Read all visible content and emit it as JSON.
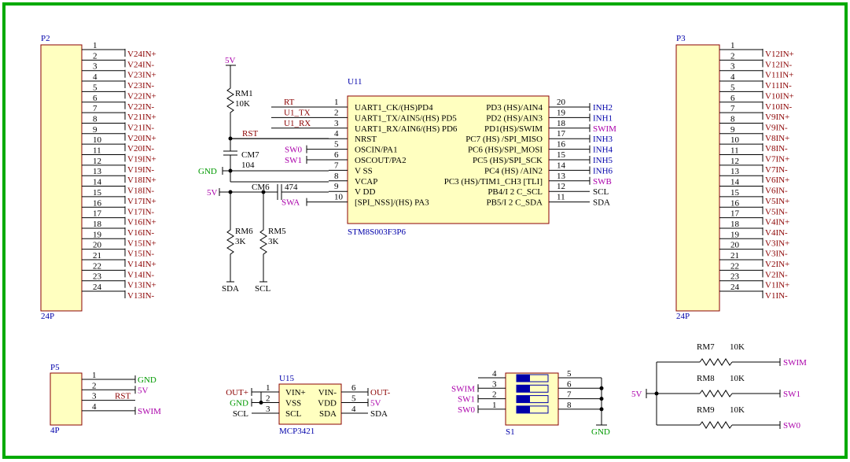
{
  "colors": {
    "border": "#00aa00",
    "body": "#ffffc0",
    "outline": "#8b0000",
    "net_red": "#8b0000",
    "net_blue": "#0000aa",
    "net_mag": "#aa00aa",
    "net_green": "#009900"
  },
  "p2": {
    "ref": "P2",
    "value": "24P",
    "pins": [
      "1",
      "2",
      "3",
      "4",
      "5",
      "6",
      "7",
      "8",
      "9",
      "10",
      "11",
      "12",
      "13",
      "14",
      "15",
      "16",
      "17",
      "18",
      "19",
      "20",
      "21",
      "22",
      "23",
      "24"
    ],
    "nets": [
      "V24IN+",
      "V24IN-",
      "V23IN+",
      "V23IN-",
      "V22IN+",
      "V22IN-",
      "V21IN+",
      "V21IN-",
      "V20IN+",
      "V20IN-",
      "V19IN+",
      "V19IN-",
      "V18IN+",
      "V18IN-",
      "V17IN+",
      "V17IN-",
      "V16IN+",
      "V16IN-",
      "V15IN+",
      "V15IN-",
      "V14IN+",
      "V14IN-",
      "V13IN+",
      "V13IN-"
    ]
  },
  "p3": {
    "ref": "P3",
    "value": "24P",
    "pins": [
      "1",
      "2",
      "3",
      "4",
      "5",
      "6",
      "7",
      "8",
      "9",
      "10",
      "11",
      "12",
      "13",
      "14",
      "15",
      "16",
      "17",
      "18",
      "19",
      "20",
      "21",
      "22",
      "23",
      "24"
    ],
    "nets": [
      "V12IN+",
      "V12IN-",
      "V11IN+",
      "V11IN-",
      "V10IN+",
      "V10IN-",
      "V9IN+",
      "V9IN-",
      "V8IN+",
      "V8IN-",
      "V7IN+",
      "V7IN-",
      "V6IN+",
      "V6IN-",
      "V5IN+",
      "V5IN-",
      "V4IN+",
      "V4IN-",
      "V3IN+",
      "V3IN-",
      "V2IN+",
      "V2IN-",
      "V1IN+",
      "V1IN-"
    ]
  },
  "u11": {
    "ref": "U11",
    "value": "STM8S003F3P6",
    "left": [
      {
        "num": "1",
        "name": "UART1_CK/(HS)PD4",
        "net": "RT"
      },
      {
        "num": "2",
        "name": "UART1_TX/AIN5/(HS) PD5",
        "net": "U1_TX"
      },
      {
        "num": "3",
        "name": "UART1_RX/AIN6/(HS) PD6",
        "net": "U1_RX"
      },
      {
        "num": "4",
        "name": "NRST",
        "net": "RST"
      },
      {
        "num": "5",
        "name": "OSCIN/PA1",
        "net": "SW0"
      },
      {
        "num": "6",
        "name": "OSCOUT/PA2",
        "net": "SW1"
      },
      {
        "num": "7",
        "name": "V SS",
        "net": ""
      },
      {
        "num": "8",
        "name": "VCAP",
        "net": ""
      },
      {
        "num": "9",
        "name": "V DD",
        "net": ""
      },
      {
        "num": "10",
        "name": "[SPI_NSS]/(HS) PA3",
        "net": "SWA"
      }
    ],
    "right": [
      {
        "num": "20",
        "name": "PD3 (HS)/AIN4",
        "net": "INH2"
      },
      {
        "num": "19",
        "name": "PD2 (HS)/AIN3",
        "net": "INH1"
      },
      {
        "num": "18",
        "name": "PD1(HS)/SWIM",
        "net": "SWIM"
      },
      {
        "num": "17",
        "name": "PC7 (HS) /SPI_MISO",
        "net": "INH3"
      },
      {
        "num": "16",
        "name": "PC6 (HS)/SPI_MOSI",
        "net": "INH4"
      },
      {
        "num": "15",
        "name": "PC5 (HS)/SPI_SCK",
        "net": "INH5"
      },
      {
        "num": "14",
        "name": "PC4 (HS) /AIN2",
        "net": "INH6"
      },
      {
        "num": "13",
        "name": "PC3 (HS)/TIM1_CH3 [TLI]",
        "net": "SWB"
      },
      {
        "num": "12",
        "name": "PB4/I 2 C_SCL",
        "net": "SCL"
      },
      {
        "num": "11",
        "name": "PB5/I 2 C_SDA",
        "net": "SDA"
      }
    ]
  },
  "passives": {
    "rm1_ref": "RM1",
    "rm1_val": "10K",
    "cm7_ref": "CM7",
    "cm7_val": "104",
    "cm6_ref": "CM6",
    "cm6_val": "474",
    "rm6_ref": "RM6",
    "rm6_val": "3K",
    "rm5_ref": "RM5",
    "rm5_val": "3K",
    "v5_top": "5V",
    "rst": "RST",
    "gnd": "GND",
    "v5_left": "5V",
    "sda": "SDA",
    "scl": "SCL"
  },
  "p5": {
    "ref": "P5",
    "value": "4P",
    "pins": [
      "1",
      "2",
      "3",
      "4"
    ],
    "nets": [
      "GND",
      "5V",
      "RST",
      "SWIM"
    ]
  },
  "u15": {
    "ref": "U15",
    "value": "MCP3421",
    "left": [
      {
        "num": "1",
        "name": "VIN+",
        "net": "OUT+"
      },
      {
        "num": "2",
        "name": "VSS",
        "net": "GND"
      },
      {
        "num": "3",
        "name": "SCL",
        "net": "SCL"
      }
    ],
    "right": [
      {
        "num": "6",
        "name": "VIN-",
        "net": "OUT-"
      },
      {
        "num": "5",
        "name": "VDD",
        "net": "5V"
      },
      {
        "num": "4",
        "name": "SDA",
        "net": "SDA"
      }
    ]
  },
  "s1": {
    "ref": "S1",
    "left_pins": [
      "4",
      "3",
      "2",
      "1"
    ],
    "left_nets": [
      "",
      "SWIM",
      "SW1",
      "SW0"
    ],
    "right_pins": [
      "5",
      "6",
      "7",
      "8"
    ],
    "gnd": "GND"
  },
  "rnet": {
    "v5": "5V",
    "rows": [
      {
        "ref": "RM7",
        "val": "10K",
        "net": "SWIM"
      },
      {
        "ref": "RM8",
        "val": "10K",
        "net": "SW1"
      },
      {
        "ref": "RM9",
        "val": "10K",
        "net": "SW0"
      }
    ]
  }
}
